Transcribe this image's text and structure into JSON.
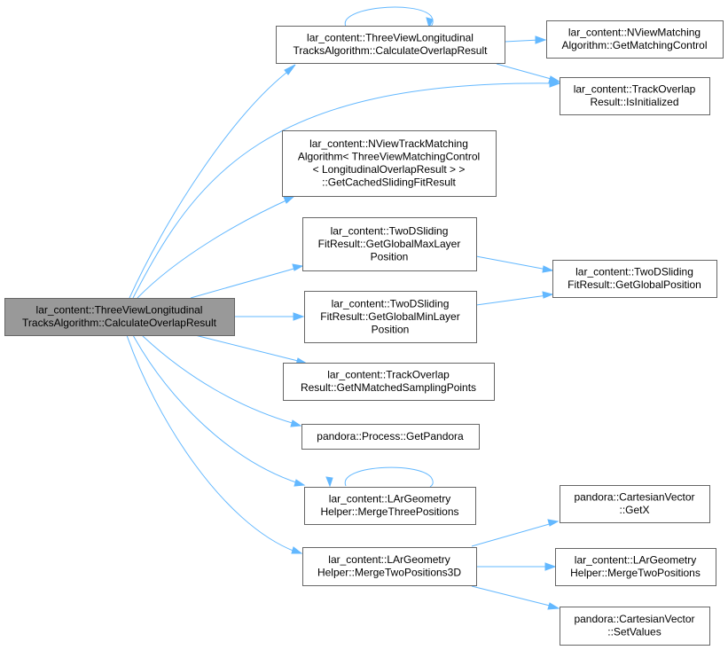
{
  "graph": {
    "root": {
      "lines": [
        "lar_content::ThreeViewLongitudinal",
        "TracksAlgorithm::CalculateOverlapResult"
      ]
    },
    "nodes": [
      {
        "id": "calc-overlap-self",
        "lines": [
          "lar_content::ThreeViewLongitudinal",
          "TracksAlgorithm::CalculateOverlapResult"
        ]
      },
      {
        "id": "get-matching-control",
        "lines": [
          "lar_content::NViewMatching",
          "Algorithm::GetMatchingControl"
        ]
      },
      {
        "id": "is-initialized",
        "lines": [
          "lar_content::TrackOverlap",
          "Result::IsInitialized"
        ]
      },
      {
        "id": "get-cached-sliding-fit",
        "lines": [
          "lar_content::NViewTrackMatching",
          "Algorithm< ThreeViewMatchingControl",
          "< LongitudinalOverlapResult > >",
          "::GetCachedSlidingFitResult"
        ]
      },
      {
        "id": "get-global-max-layer",
        "lines": [
          "lar_content::TwoDSliding",
          "FitResult::GetGlobalMaxLayer",
          "Position"
        ]
      },
      {
        "id": "get-global-position",
        "lines": [
          "lar_content::TwoDSliding",
          "FitResult::GetGlobalPosition"
        ]
      },
      {
        "id": "get-global-min-layer",
        "lines": [
          "lar_content::TwoDSliding",
          "FitResult::GetGlobalMinLayer",
          "Position"
        ]
      },
      {
        "id": "get-n-matched",
        "lines": [
          "lar_content::TrackOverlap",
          "Result::GetNMatchedSamplingPoints"
        ]
      },
      {
        "id": "get-pandora",
        "lines": [
          "pandora::Process::GetPandora"
        ]
      },
      {
        "id": "merge-three",
        "lines": [
          "lar_content::LArGeometry",
          "Helper::MergeThreePositions"
        ]
      },
      {
        "id": "merge-two-3d",
        "lines": [
          "lar_content::LArGeometry",
          "Helper::MergeTwoPositions3D"
        ]
      },
      {
        "id": "get-x",
        "lines": [
          "pandora::CartesianVector",
          "::GetX"
        ]
      },
      {
        "id": "merge-two",
        "lines": [
          "lar_content::LArGeometry",
          "Helper::MergeTwoPositions"
        ]
      },
      {
        "id": "set-values",
        "lines": [
          "pandora::CartesianVector",
          "::SetValues"
        ]
      }
    ]
  }
}
